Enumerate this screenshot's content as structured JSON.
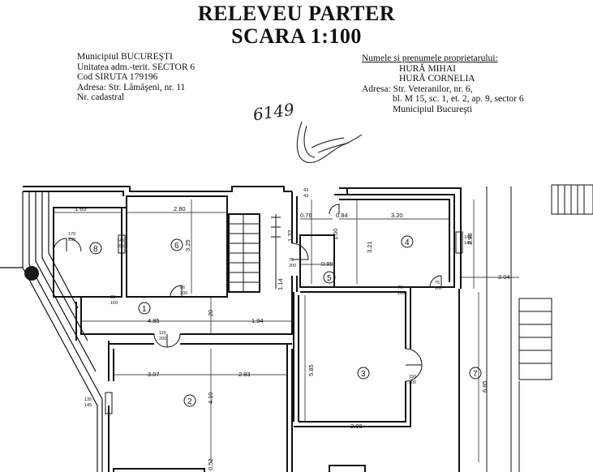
{
  "title_line1": "RELEVEU PARTER",
  "title_line2": "SCARA 1:100",
  "left_info": [
    "Municipiul BUCUREŞTI",
    "Unitatea adm.-terit. SECTOR 6",
    "Cod SIRUTA 179196",
    "Adresa: Str. Lămâşeni, nr. 11",
    "Nr. cadastral"
  ],
  "owner": {
    "heading": "Numele si prenumele proprietarului:",
    "names": [
      "HURĂ MIHAI",
      "HURĂ CORNELIA"
    ],
    "address_line1": "Adresa: Str. Veteranilor, nr. 6,",
    "address_line2": "bl. M 15, sc. 1, et. 2, ap. 9, sector 6",
    "address_line3": "Municipiul Bucureşti"
  },
  "handwritten_number": "6149",
  "rooms": [
    "1",
    "2",
    "3",
    "4",
    "5",
    "6",
    "7",
    "8"
  ],
  "dimensions": {
    "d165": "1.65",
    "d280": "2.80",
    "d076": "0.76",
    "d084": "0.84",
    "d320": "3.20",
    "d325": "3.25",
    "d132": "1.32",
    "d100": "1.00",
    "d321": "3.21",
    "d398": "3.98",
    "d089": "0.89",
    "d304": "3.04",
    "d485": "4.85",
    "d194": "1.94",
    "d020": "20",
    "d307": "3.07",
    "d283": "2.83",
    "d410": "4.10",
    "d585": "5.85",
    "d290": "2.90",
    "d685": "6.85",
    "d052": "0.52",
    "d114": "1.14"
  },
  "openings": {
    "o4343": [
      "43",
      "43"
    ],
    "o170": [
      "170",
      "230"
    ],
    "o145a": [
      "145",
      "165"
    ],
    "o88": [
      "88",
      "160"
    ],
    "o86": [
      "86",
      "200"
    ],
    "o70a": [
      "70",
      "200"
    ],
    "o70b": [
      "70",
      "200"
    ],
    "o75": [
      "75",
      "200"
    ],
    "o145b": [
      "145",
      "145"
    ],
    "o115": [
      "115",
      "200"
    ],
    "o150": [
      "150",
      "200"
    ],
    "o135": [
      "135",
      "145"
    ]
  }
}
